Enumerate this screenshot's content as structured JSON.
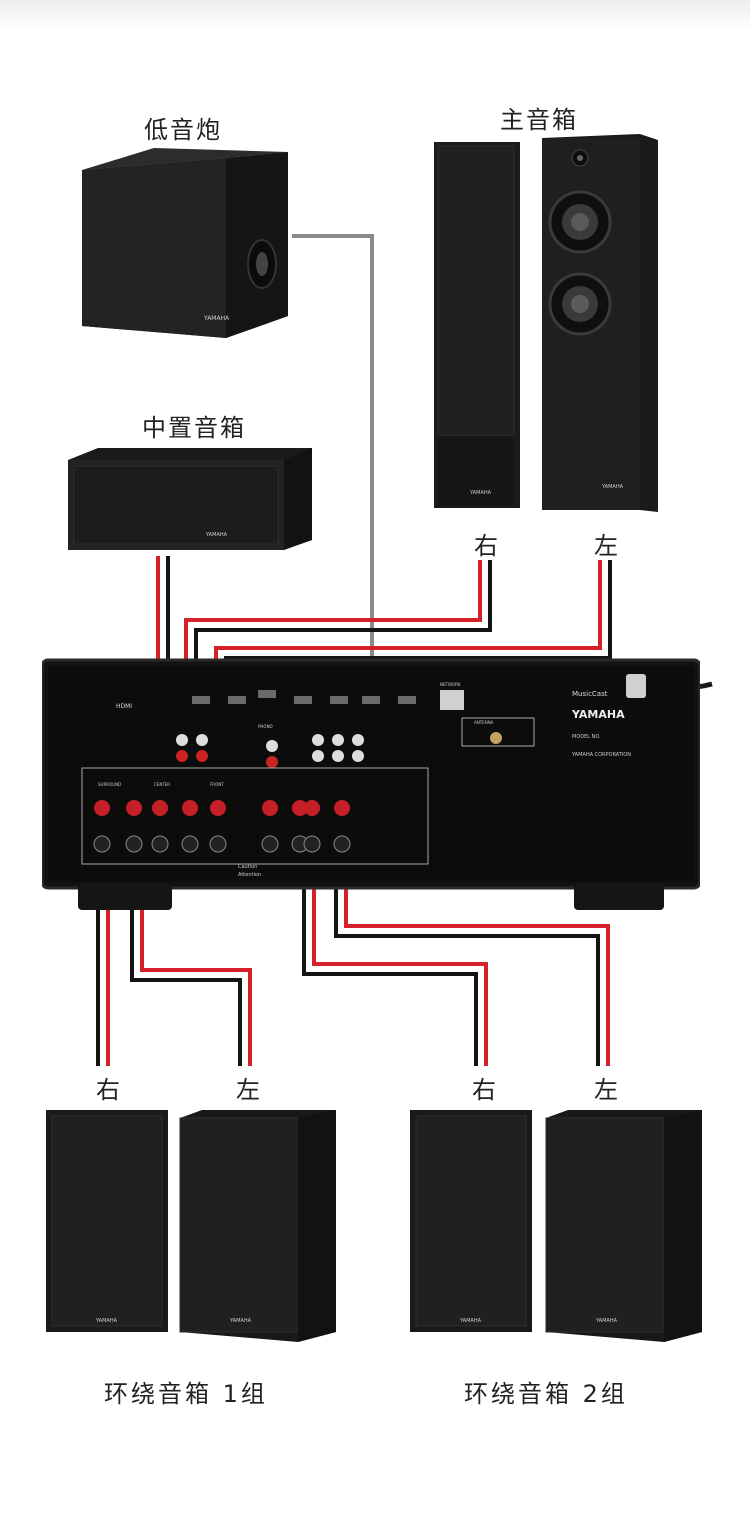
{
  "labels": {
    "subwoofer": "低音炮",
    "main_speakers": "主音箱",
    "center_speaker": "中置音箱",
    "main_right": "右",
    "main_left": "左",
    "surround1_right": "右",
    "surround1_left": "左",
    "surround2_right": "右",
    "surround2_left": "左",
    "surround_group_1": "环绕音箱 1组",
    "surround_group_2": "环绕音箱 2组"
  },
  "brand": "YAMAHA",
  "receiver": {
    "brand": "YAMAHA",
    "model_label": "MODEL NO.",
    "corporation": "YAMAHA CORPORATION",
    "hdmi": "HDMI",
    "musiccast": "MusicCast",
    "network": "NETWORK",
    "antenna": "ANTENNA",
    "surround": "SURROUND",
    "front": "FRONT",
    "center": "CENTER",
    "phono": "PHONO",
    "caution": "Caution",
    "attention": "Attention"
  },
  "colors": {
    "wire_red": "#d6202a",
    "wire_black": "#141414",
    "wire_gray": "#8a8a8a",
    "speaker_body": "#1b1b1b",
    "receiver_body": "#121212"
  }
}
